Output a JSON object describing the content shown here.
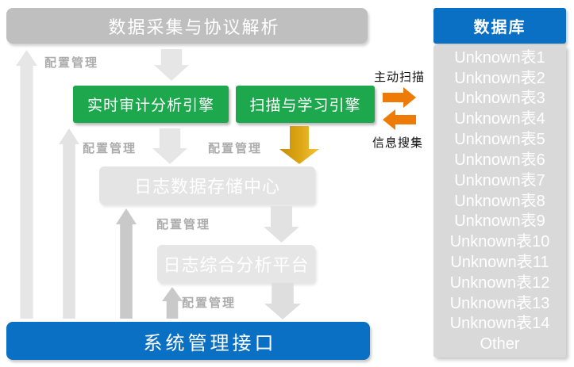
{
  "flow": {
    "data_collection": "数据采集与协议解析",
    "realtime_engine": "实时审计分析引擎",
    "scan_engine": "扫描与学习引擎",
    "log_storage": "日志数据存储中心",
    "log_analysis": "日志综合分析平台",
    "system_mgmt": "系统管理接口"
  },
  "labels": {
    "config": "配置管理",
    "active_scan": "主动扫描",
    "info_collect": "信息搜集"
  },
  "database": {
    "title": "数据库",
    "tables": [
      "Unknown表1",
      "Unknown表2",
      "Unknown表3",
      "Unknown表4",
      "Unknown表5",
      "Unknown表6",
      "Unknown表7",
      "Unknown表8",
      "Unknown表9",
      "Unknown表10",
      "Unknown表11",
      "Unknown表12",
      "Unknown表13",
      "Unknown表14",
      "Other"
    ]
  },
  "colors": {
    "green": "#1EA84D",
    "blue": "#0970C4",
    "gray_box": "#BFBFBF",
    "light_box": "#E4E4E4",
    "panel_gray": "#D9D9D9",
    "orange": "#EE7B08",
    "gold_dark": "#C28E06",
    "gold_light": "#F6C336",
    "arrow_light": "#E6E6E6",
    "arrow_dark": "#C9C9C9",
    "label_gray": "#ACACAC"
  }
}
